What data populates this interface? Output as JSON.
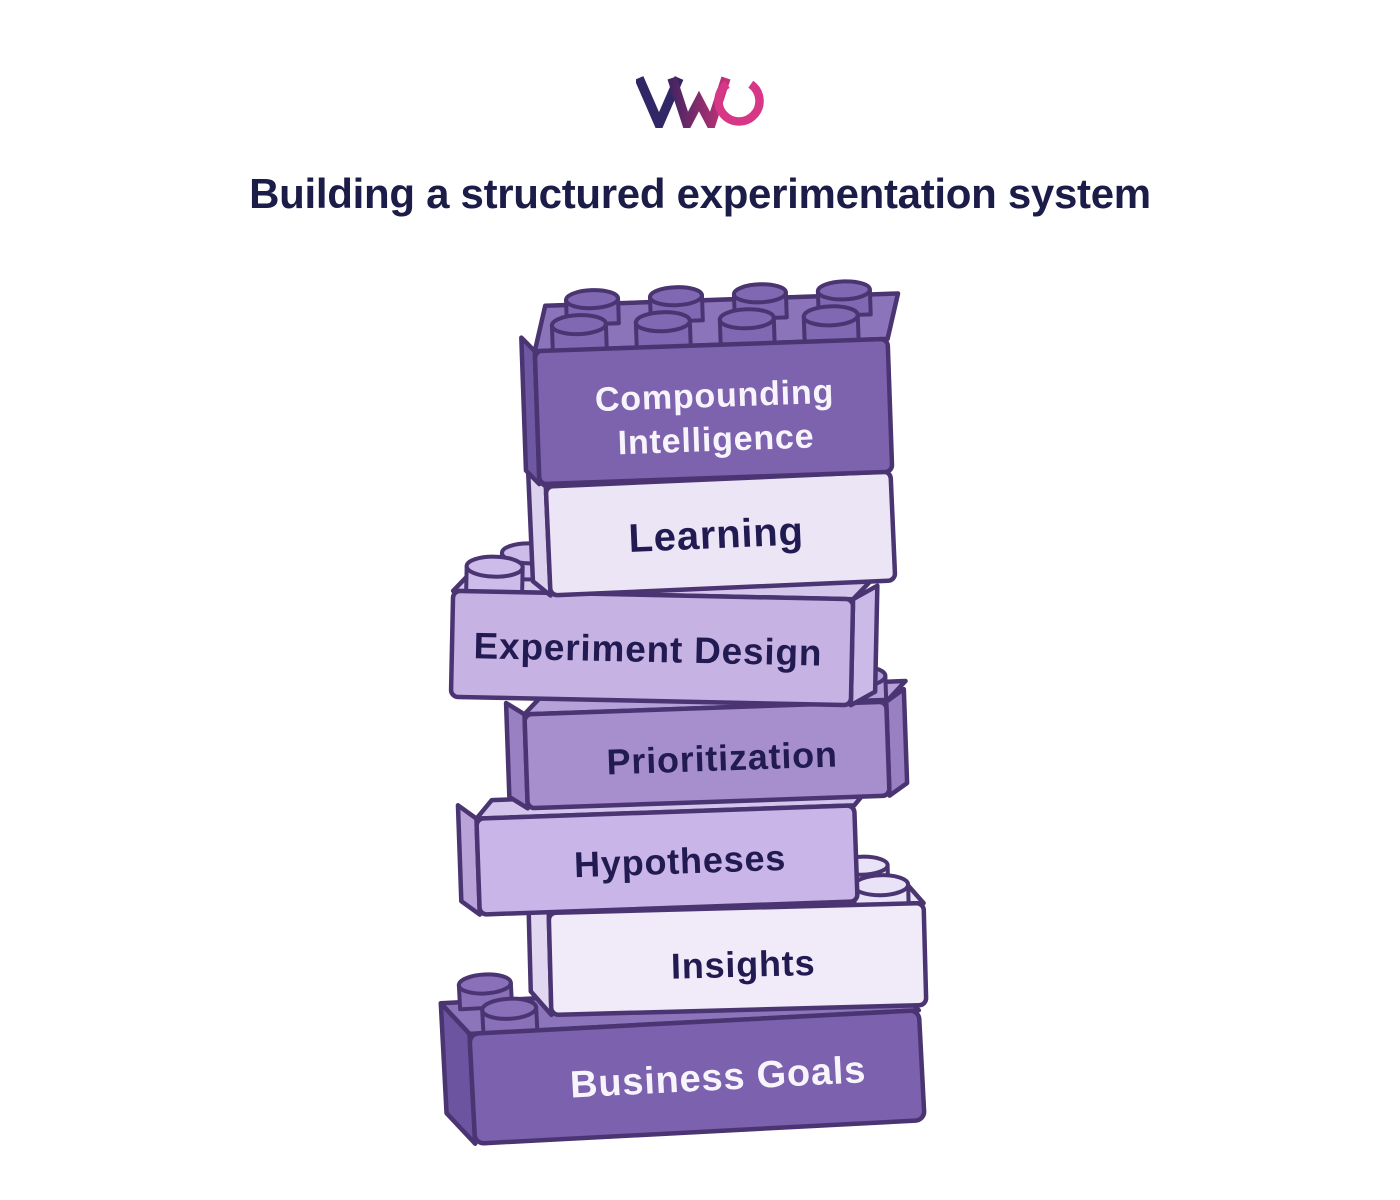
{
  "header": {
    "title": "Building a structured experimentation system",
    "title_color": "#1b1c47"
  },
  "logo": {
    "name": "VWO",
    "v_color": "#322766",
    "w_color_start": "#472562",
    "w_color_end": "#c23377",
    "o_color": "#d63787"
  },
  "diagram": {
    "outline_color": "#4a3572",
    "bricks": [
      {
        "id": "compounding-intelligence",
        "label": "Compounding Intelligence",
        "lines": [
          "Compounding",
          "Intelligence"
        ],
        "colors": {
          "front": "#7d63ae",
          "top": "#8b74ba",
          "side": "#6f58a2",
          "stud": "#8168b2",
          "text": "#f7f4fb"
        }
      },
      {
        "id": "learning",
        "label": "Learning",
        "lines": [
          "Learning"
        ],
        "colors": {
          "front": "#ece5f6",
          "side": "#dcd1ee",
          "text": "#221b52"
        }
      },
      {
        "id": "experiment-design",
        "label": "Experiment Design",
        "lines": [
          "Experiment Design"
        ],
        "colors": {
          "front": "#c7b2e4",
          "top": "#d5c6ec",
          "side": "#cbb9e7",
          "stud": "#cdbbe9",
          "text": "#221b52"
        }
      },
      {
        "id": "prioritization",
        "label": "Prioritization",
        "lines": [
          "Prioritization"
        ],
        "colors": {
          "front": "#a78ecd",
          "top": "#b6a2d9",
          "side": "#9980c2",
          "stud": "#b2a0d6",
          "text": "#221b52"
        }
      },
      {
        "id": "hypotheses",
        "label": "Hypotheses",
        "lines": [
          "Hypotheses"
        ],
        "colors": {
          "front": "#c9b5e7",
          "top": "#d4c5ec",
          "side": "#b9a3d9",
          "text": "#221b52"
        }
      },
      {
        "id": "insights",
        "label": "Insights",
        "lines": [
          "Insights"
        ],
        "colors": {
          "front": "#f0eaf9",
          "top": "#e9e1f5",
          "side": "#e1d7f0",
          "stud": "#eae2f6",
          "text": "#221b52"
        }
      },
      {
        "id": "business-goals",
        "label": "Business Goals",
        "lines": [
          "Business Goals"
        ],
        "colors": {
          "front": "#7b61ae",
          "top": "#8d75bc",
          "side": "#6c54a0",
          "stud": "#8970b8",
          "text": "#f7f4fb"
        }
      }
    ]
  }
}
